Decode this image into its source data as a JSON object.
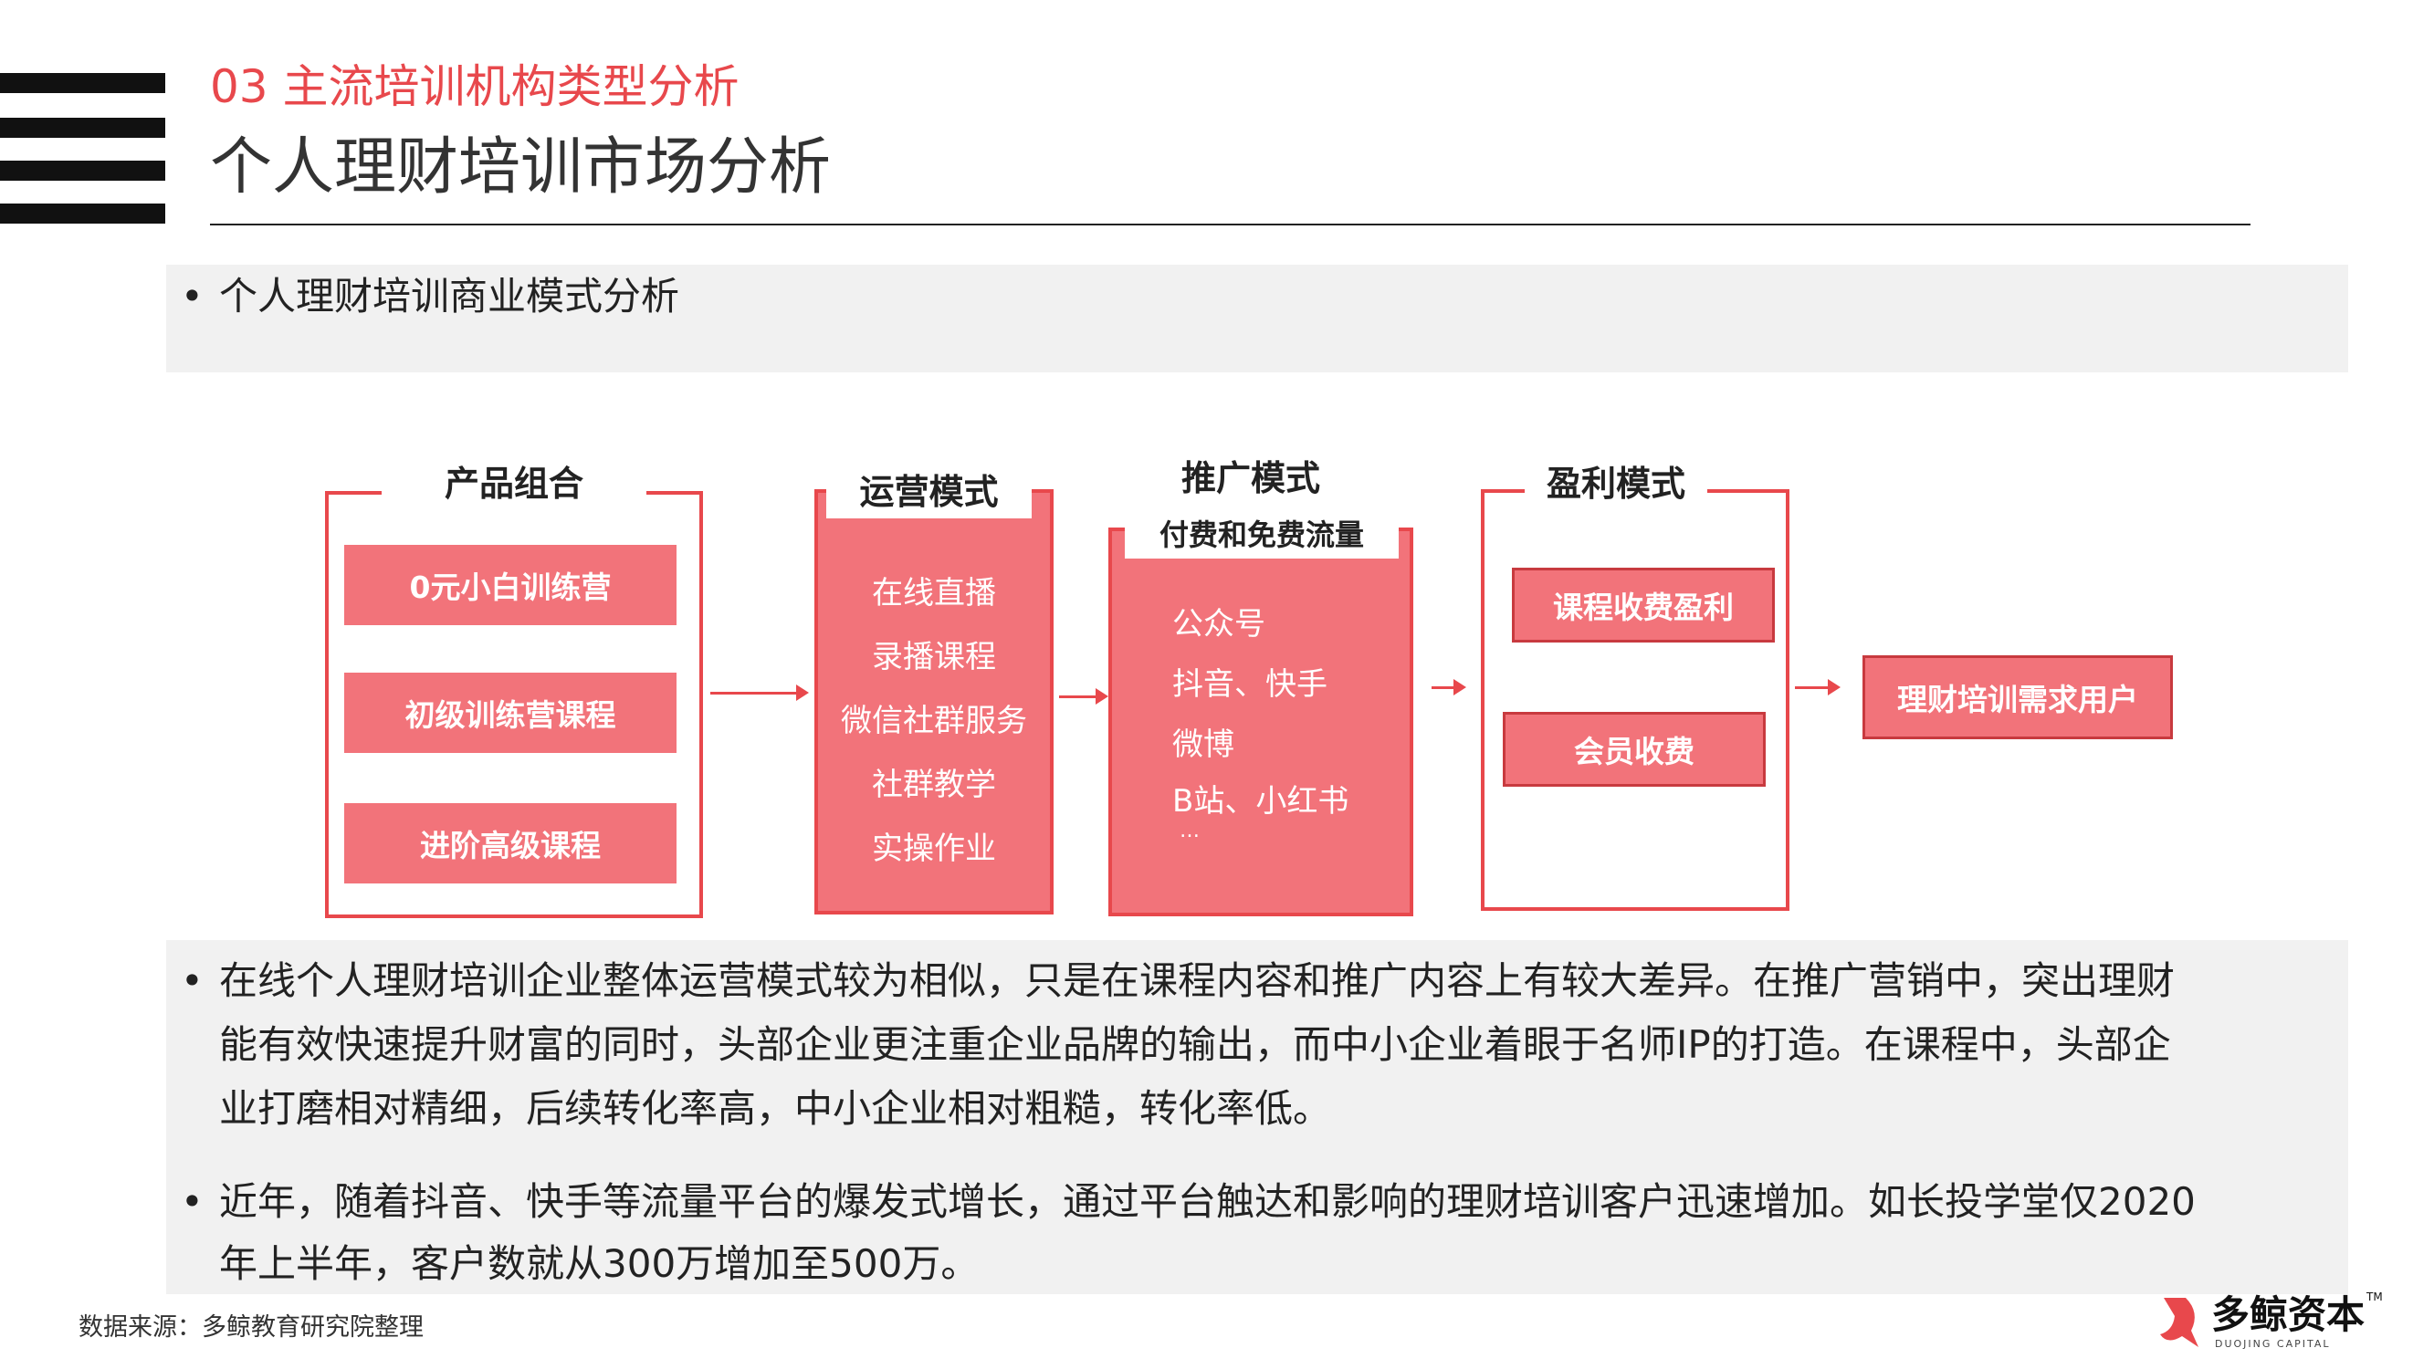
{
  "header": {
    "section_label": "03 主流培训机构类型分析",
    "page_title": "个人理财培训市场分析"
  },
  "top_panel": {
    "bullet": "个人理财培训商业模式分析"
  },
  "diagram": {
    "product": {
      "title": "产品组合",
      "items": [
        "0元小白训练营",
        "初级训练营课程",
        "进阶高级课程"
      ]
    },
    "operation": {
      "title": "运营模式",
      "items": [
        "在线直播",
        "录播课程",
        "微信社群服务",
        "社群教学",
        "实操作业"
      ]
    },
    "promotion": {
      "title": "推广模式",
      "subtitle": "付费和免费流量",
      "items": [
        "公众号",
        "抖音、快手",
        "微博",
        "B站、小红书",
        "…"
      ]
    },
    "profit": {
      "title": "盈利模式",
      "items": [
        "课程收费盈利",
        "会员收费"
      ]
    },
    "target": "理财培训需求用户",
    "colors": {
      "accent": "#e8484c",
      "fill": "#f2737a"
    }
  },
  "bottom_panel": {
    "paragraphs": [
      {
        "lines": [
          "在线个人理财培训企业整体运营模式较为相似，只是在课程内容和推广内容上有较大差异。在推广营销中，突出理财",
          "能有效快速提升财富的同时，头部企业更注重企业品牌的输出，而中小企业着眼于名师IP的打造。在课程中，头部企",
          "业打磨相对精细，后续转化率高，中小企业相对粗糙，转化率低。"
        ]
      },
      {
        "lines": [
          "近年，随着抖音、快手等流量平台的爆发式增长，通过平台触达和影响的理财培训客户迅速增加。如长投学堂仅2020",
          "年上半年，客户数就从300万增加至500万。"
        ]
      }
    ]
  },
  "footer": {
    "source": "数据来源：多鲸教育研究院整理",
    "logo_text": "多鲸资本",
    "logo_sub": "DUOJING CAPITAL",
    "logo_tm": "TM"
  }
}
